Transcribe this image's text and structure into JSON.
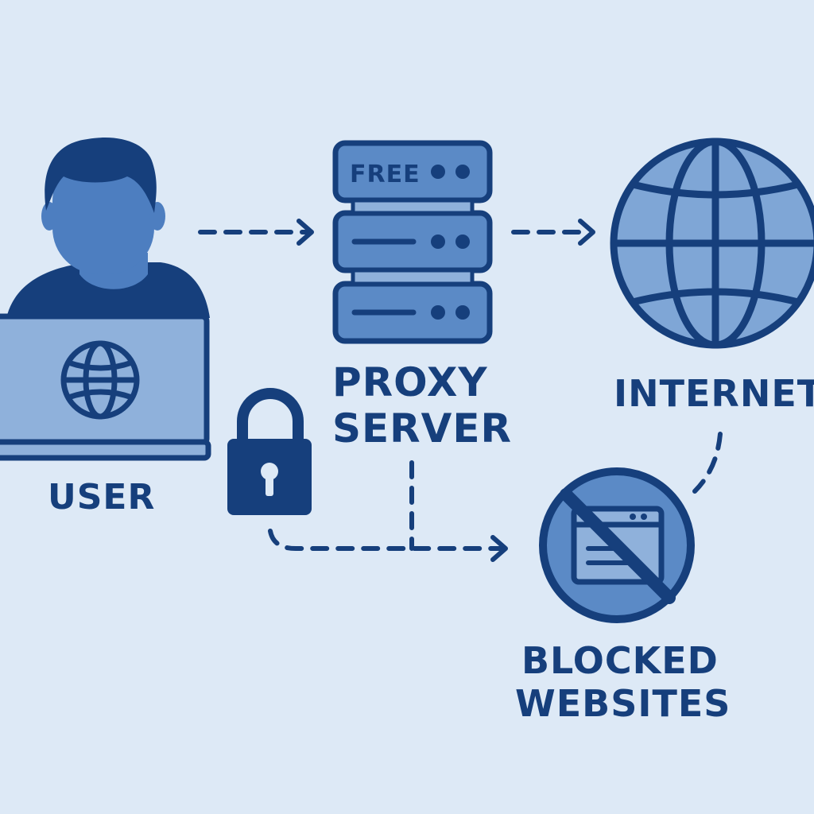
{
  "labels": {
    "user": "USER",
    "proxy_line1": "PROXY",
    "proxy_line2": "SERVER",
    "internet": "INTERNET",
    "blocked_line1": "BLOCKED",
    "blocked_line2": "WEBSITES"
  },
  "server_badge": "FREE",
  "icons": {
    "user": "user-icon",
    "laptop": "laptop-icon",
    "server": "server-icon",
    "globe": "globe-icon",
    "lock": "lock-icon",
    "blocked": "blocked-website-icon"
  },
  "colors": {
    "background": "#dde9f6",
    "primary": "#163f7c",
    "fill": "#5b8ac6",
    "light_fill": "#8fb1db"
  }
}
